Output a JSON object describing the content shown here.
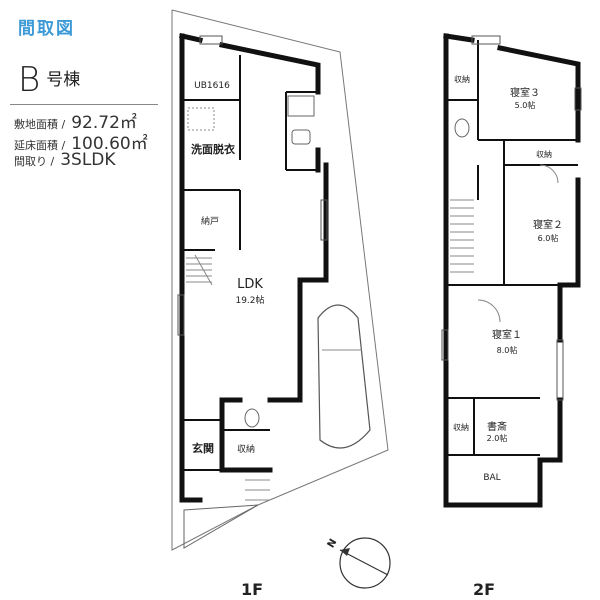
{
  "header": {
    "title": "間取図",
    "unit": "B",
    "unit_suffix": "号棟"
  },
  "specs": [
    {
      "label": "敷地面積",
      "sep": "/",
      "value": "92.72㎡"
    },
    {
      "label": "延床面積",
      "sep": "/",
      "value": "100.60㎡"
    },
    {
      "label": "間取り",
      "sep": "/",
      "value": "3SLDK"
    }
  ],
  "floor1": {
    "label": "1F",
    "rooms": {
      "ub": "UB1616",
      "washroom": "洗面脱衣",
      "pantry": "納戸",
      "ldk": "LDK",
      "ldk_size": "19.2帖",
      "entrance": "玄関",
      "storage": "収納"
    }
  },
  "floor2": {
    "label": "2F",
    "rooms": {
      "storage_a": "収納",
      "bed3": "寝室３",
      "bed3_size": "5.0帖",
      "storage_b": "収納",
      "bed2": "寝室２",
      "bed2_size": "6.0帖",
      "bed1": "寝室１",
      "bed1_size": "8.0帖",
      "storage_c": "収納",
      "study": "書斎",
      "study_size": "2.0帖",
      "balcony": "BAL"
    }
  },
  "compass": {
    "letter": "N"
  }
}
